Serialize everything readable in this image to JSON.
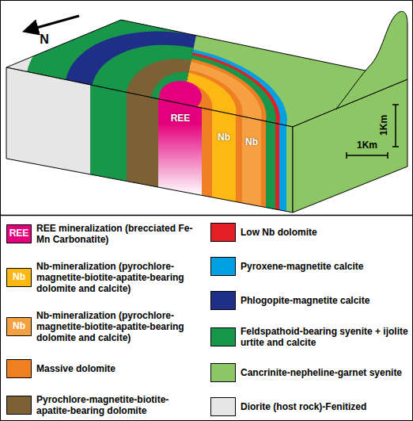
{
  "diagram": {
    "labels": [
      "N",
      "REE",
      "Nb",
      "Nb",
      "1Km",
      "1Km",
      "REE",
      "Nb",
      "Nb"
    ],
    "legend": [
      {
        "text": "REE mineralization (brecciated Fe-Mn Carbonatite)",
        "color": "#e4007c"
      },
      {
        "text": "Nb-mineralization (pyrochlore-magnetite-biotite-apatite-bearing dolomite and calcite)",
        "color": "#fdb813"
      },
      {
        "text": "Nb-mineralization (pyrochlore-magnetite-biotite-apatite-bearing dolomite and calcite)",
        "color": "#f5a043"
      },
      {
        "text": "Massive dolomite",
        "color": "#ee7f22"
      },
      {
        "text": "Pyrochlore-magnetite-biotite-apatite-bearing dolomite",
        "color": "#7b6134"
      },
      {
        "text": "Low Nb dolomite",
        "color": "#e31e24"
      },
      {
        "text": "Pyroxene-magnetite calcite",
        "color": "#00a0e3"
      },
      {
        "text": "Phlogopite-magnetite calcite",
        "color": "#1f2e86"
      },
      {
        "text": "Feldspathoid-bearing syenite + ijolite urtite and calcite",
        "color": "#18964a"
      },
      {
        "text": "Cancrinite-nepheline-garnet syenite",
        "color": "#8cc665"
      },
      {
        "text": "Diorite (host rock)-Fenitized",
        "color": "#e6e6e6"
      }
    ]
  }
}
